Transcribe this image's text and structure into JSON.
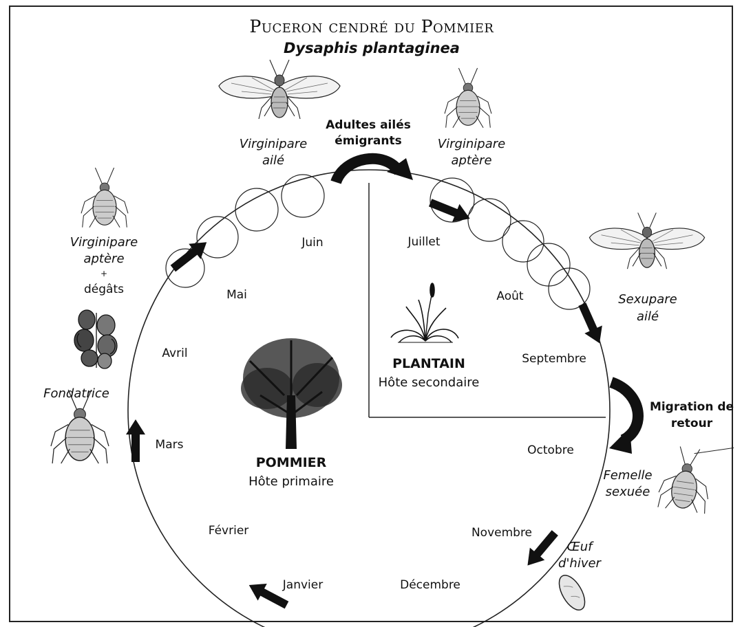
{
  "title": "Puceron cendré du Pommier",
  "subtitle": "Dysaphis plantaginea",
  "months": {
    "jan": "Janvier",
    "feb": "Février",
    "mar": "Mars",
    "apr": "Avril",
    "may": "Mai",
    "jun": "Juin",
    "jul": "Juillet",
    "aug": "Août",
    "sep": "Septembre",
    "oct": "Octobre",
    "nov": "Novembre",
    "dec": "Décembre"
  },
  "hosts": {
    "primary": {
      "name": "POMMIER",
      "role": "Hôte primaire"
    },
    "secondary": {
      "name": "PLANTAIN",
      "role": "Hôte secondaire"
    }
  },
  "stages": {
    "virginipare_ailee": [
      "Virginipare",
      "ailé"
    ],
    "virginipare_aptere_summer": [
      "Virginipare",
      "aptère"
    ],
    "virginipare_aptere_spring": [
      "Virginipare",
      "aptère"
    ],
    "plus": "+",
    "degats": "dégâts",
    "fondatrice": "Fondatrice",
    "sexupare": [
      "Sexupare",
      "ailé"
    ],
    "femelle": [
      "Femelle",
      "sexuée"
    ],
    "oeuf": [
      "Œuf",
      "d'hiver"
    ]
  },
  "migrations": {
    "outbound": [
      "Adultes ailés",
      "émigrants"
    ],
    "return": [
      "Migration de",
      "retour"
    ]
  },
  "colors": {
    "ink": "#111111",
    "background": "#ffffff"
  },
  "icons": [
    "apple-tree-icon",
    "plantain-icon",
    "winged-aphid-icon",
    "wingless-aphid-icon",
    "egg-icon",
    "leaf-damage-icon"
  ]
}
